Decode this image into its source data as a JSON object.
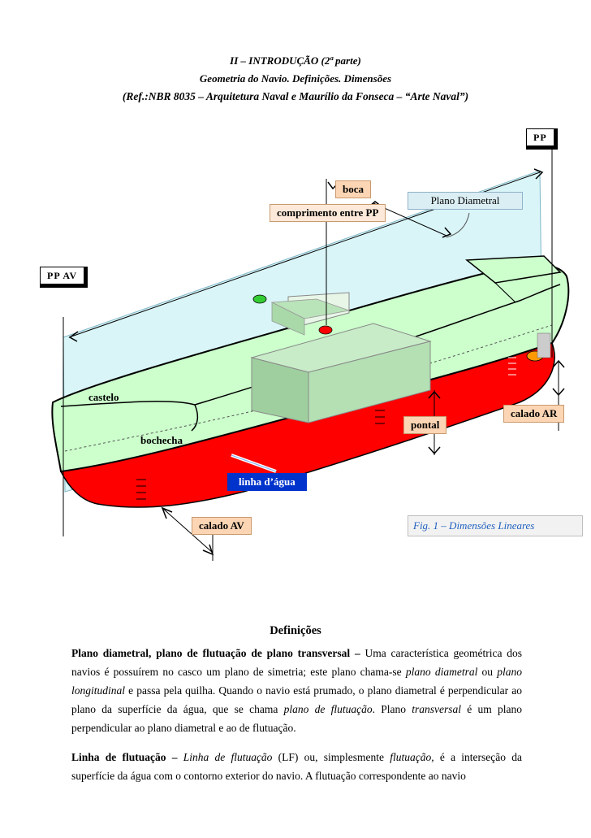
{
  "header": {
    "line1": "II – INTRODUÇÃO (2ª parte)",
    "line2": "Geometria do Navio. Definições. Dimensões",
    "line3": "(Ref.:NBR 8035 – Arquitetura Naval e Maurílio da Fonseca – “Arte Naval”)"
  },
  "figure": {
    "labels": {
      "boca": "boca",
      "comprimento": "comprimento entre PP",
      "plano_diametral": "Plano Diametral",
      "pp_ar": "PP",
      "pp_av": "PP AV",
      "castelo": "castelo",
      "bochecha": "bochecha",
      "linha_agua": "linha d’água",
      "calado_av": "calado AV",
      "calado_ar": "calado AR",
      "pontal": "pontal"
    },
    "caption": "Fig. 1 – Dimensões Lineares"
  },
  "definitions": {
    "title": "Definições",
    "p1": {
      "lead": "Plano diametral, plano de flutuação de plano transversal –",
      "s1": " Uma característica geométrica dos navios é possuírem no casco um plano de simetria; este plano chama-se ",
      "i1": "plano diametral",
      "s2": " ou ",
      "i2": "plano longitudinal",
      "s3": " e passa pela quilha. Quando o navio está prumado, o plano diametral é perpendicular ao plano da superfície da água, que se chama ",
      "i3": "plano de flutuação",
      "s4": ". Plano ",
      "i4": "transversal",
      "s5": " é um plano perpendicular ao plano diametral e ao de flutuação."
    },
    "p2": {
      "lead": "Linha de flutuação –",
      "i1": "Linha de flutuação",
      "s1": " (LF) ou, simplesmente ",
      "i2": "flutuação",
      "s2": ", é a interseção da superfície da água com o contorno exterior do navio. A flutuação correspondente ao navio"
    }
  },
  "colors": {
    "hull_red": "#ff0000",
    "hull_green": "#ccffcc",
    "plane_blue": "#ccf2f6",
    "superstructure": "#a9d8a9"
  }
}
